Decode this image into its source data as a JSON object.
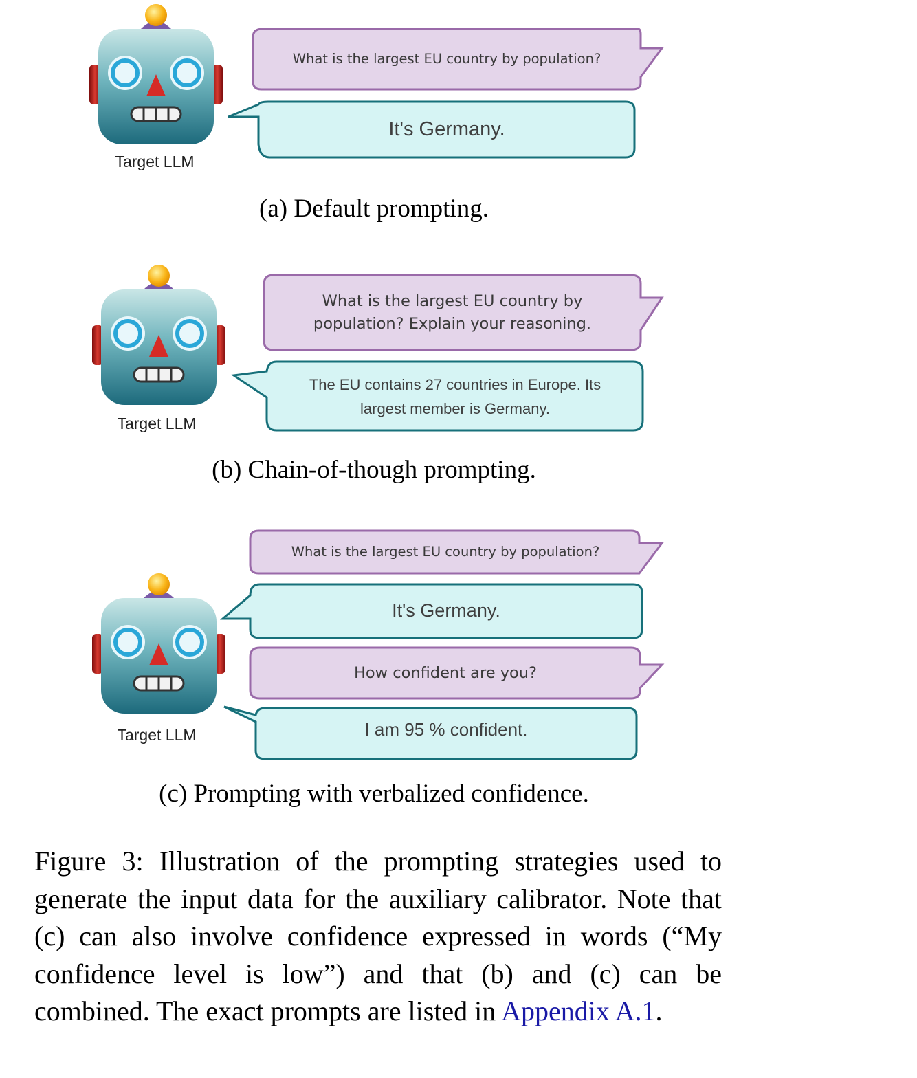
{
  "panel_a": {
    "question": "What is the largest EU country by population?",
    "answer": "It's Germany.",
    "robot_label": "Target LLM",
    "subcaption": "(a) Default prompting."
  },
  "panel_b": {
    "question_line1": "What is the largest EU country by",
    "question_line2": "population? Explain your reasoning.",
    "answer_line1": "The EU contains 27 countries in Europe. Its",
    "answer_line2": "largest member is Germany.",
    "robot_label": "Target LLM",
    "subcaption": "(b) Chain-of-though prompting."
  },
  "panel_c": {
    "question": "What is the largest EU country by population?",
    "answer": "It's Germany.",
    "followup": "How confident are you?",
    "confidence_answer": "I am 95 % confident.",
    "robot_label": "Target LLM",
    "subcaption": "(c) Prompting with verbalized confidence."
  },
  "caption": {
    "text": "Figure 3: Illustration of the prompting strategies used to generate the input data for the auxiliary calibrator. Note that (c) can also involve confidence expressed in words (“My confidence level is low”) and that (b) and (c) can be combined. The exact prompts are listed in",
    "link": "Appendix A.1",
    "end": "."
  },
  "colors": {
    "user_fill": "#e4d5ea",
    "user_stroke": "#9a6aa9",
    "model_fill": "#d6f4f4",
    "model_stroke": "#17707a"
  }
}
